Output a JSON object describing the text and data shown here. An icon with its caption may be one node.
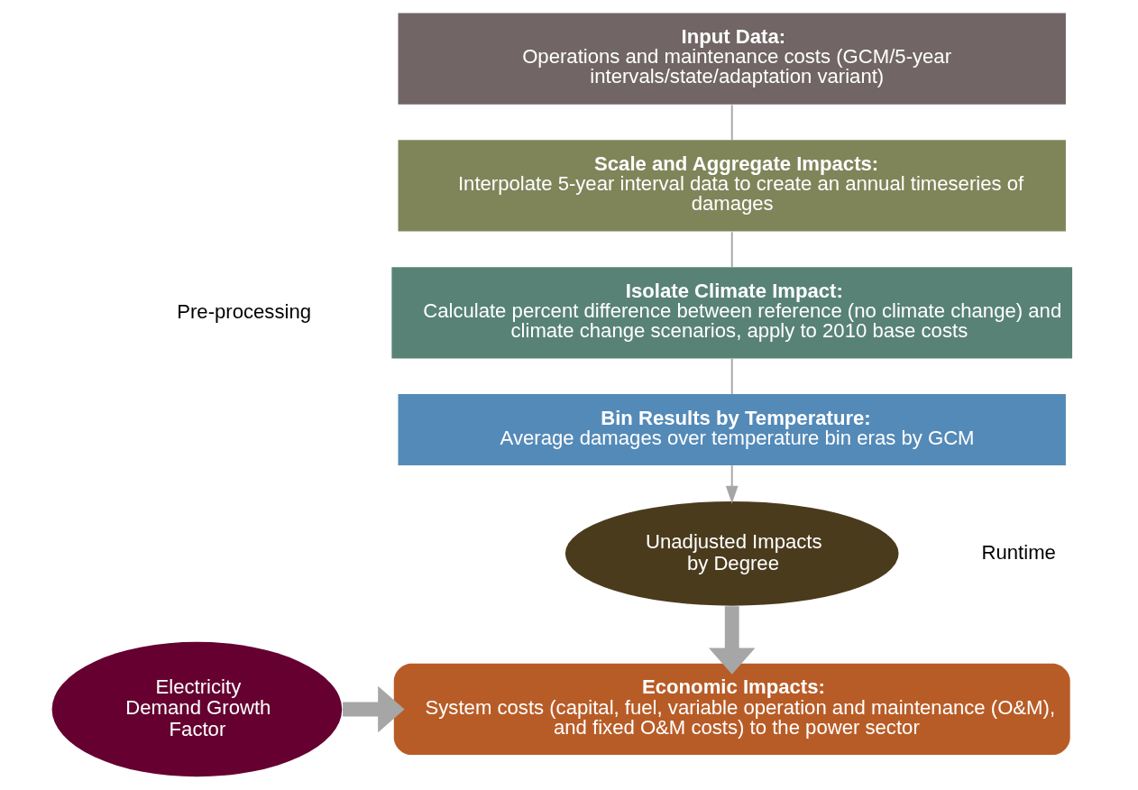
{
  "diagram": {
    "nodes": [
      {
        "text": [
          "Input Data:",
          "Operations and maintenance costs (GCM/5-year intervals/state/adaptation variant)"
        ]
      },
      {
        "text": [
          "Scale and Aggregate Impacts:",
          "Interpolate 5-year interval data to create an annual timeseries of damages"
        ]
      },
      {
        "text": [
          "Isolate Climate Impact:",
          "Calculate percent difference between reference (no climate change) and climate change scenarios, apply to 2010 base costs"
        ]
      },
      {
        "text": [
          "Bin Results by Temperature:",
          "Average damages over temperature bin eras by GCM"
        ]
      },
      {
        "text": [
          "Unadjusted Impacts by Degree"
        ]
      },
      {
        "text": [
          "Economic Impacts:",
          "System costs (capital, fuel, variable operation and maintenance (O&M), and fixed O&M costs) to the power sector"
        ]
      },
      {
        "text": [
          "Electricity Demand Growth Factor"
        ]
      }
    ],
    "edges": [
      {
        "from": 0,
        "to": 1,
        "arrow": "none"
      },
      {
        "from": 1,
        "to": 2,
        "arrow": "none"
      },
      {
        "from": 2,
        "to": 3,
        "arrow": "none"
      },
      {
        "from": 3,
        "to": 4,
        "arrow": "to"
      },
      {
        "from": 4,
        "to": 5,
        "arrow": "to",
        "style": "thick"
      },
      {
        "from": 6,
        "to": 5,
        "arrow": "to",
        "style": "thick"
      }
    ],
    "labels": [
      "Pre-processing",
      "Runtime"
    ]
  }
}
